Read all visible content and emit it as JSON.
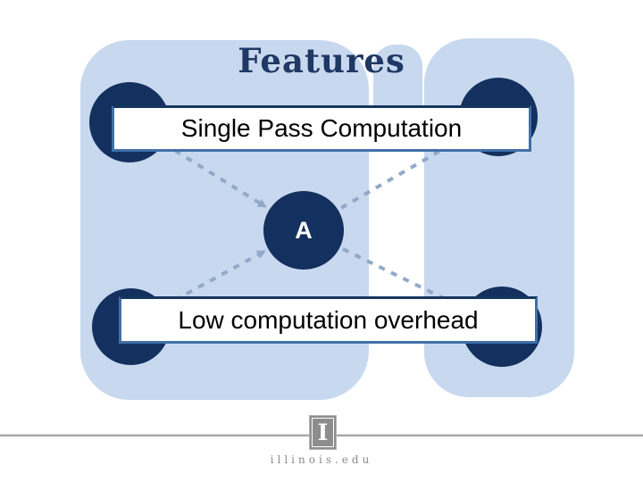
{
  "slide": {
    "title": "Features"
  },
  "diagram": {
    "top_box_label": "Single Pass Computation",
    "bottom_box_label": "Low computation overhead",
    "center_node_label": "A"
  },
  "footer": {
    "logo_letter": "I",
    "site_text": "illinois.edu"
  },
  "colors": {
    "title": "#1f3864",
    "panel": "#c7d8ef",
    "node": "#13305e",
    "connector": "#92a9c9",
    "box-border": "#4070a8",
    "box-border-dark": "#16365e",
    "footer-gray": "#8d8d8d",
    "footer-text": "#8a8a8a"
  }
}
